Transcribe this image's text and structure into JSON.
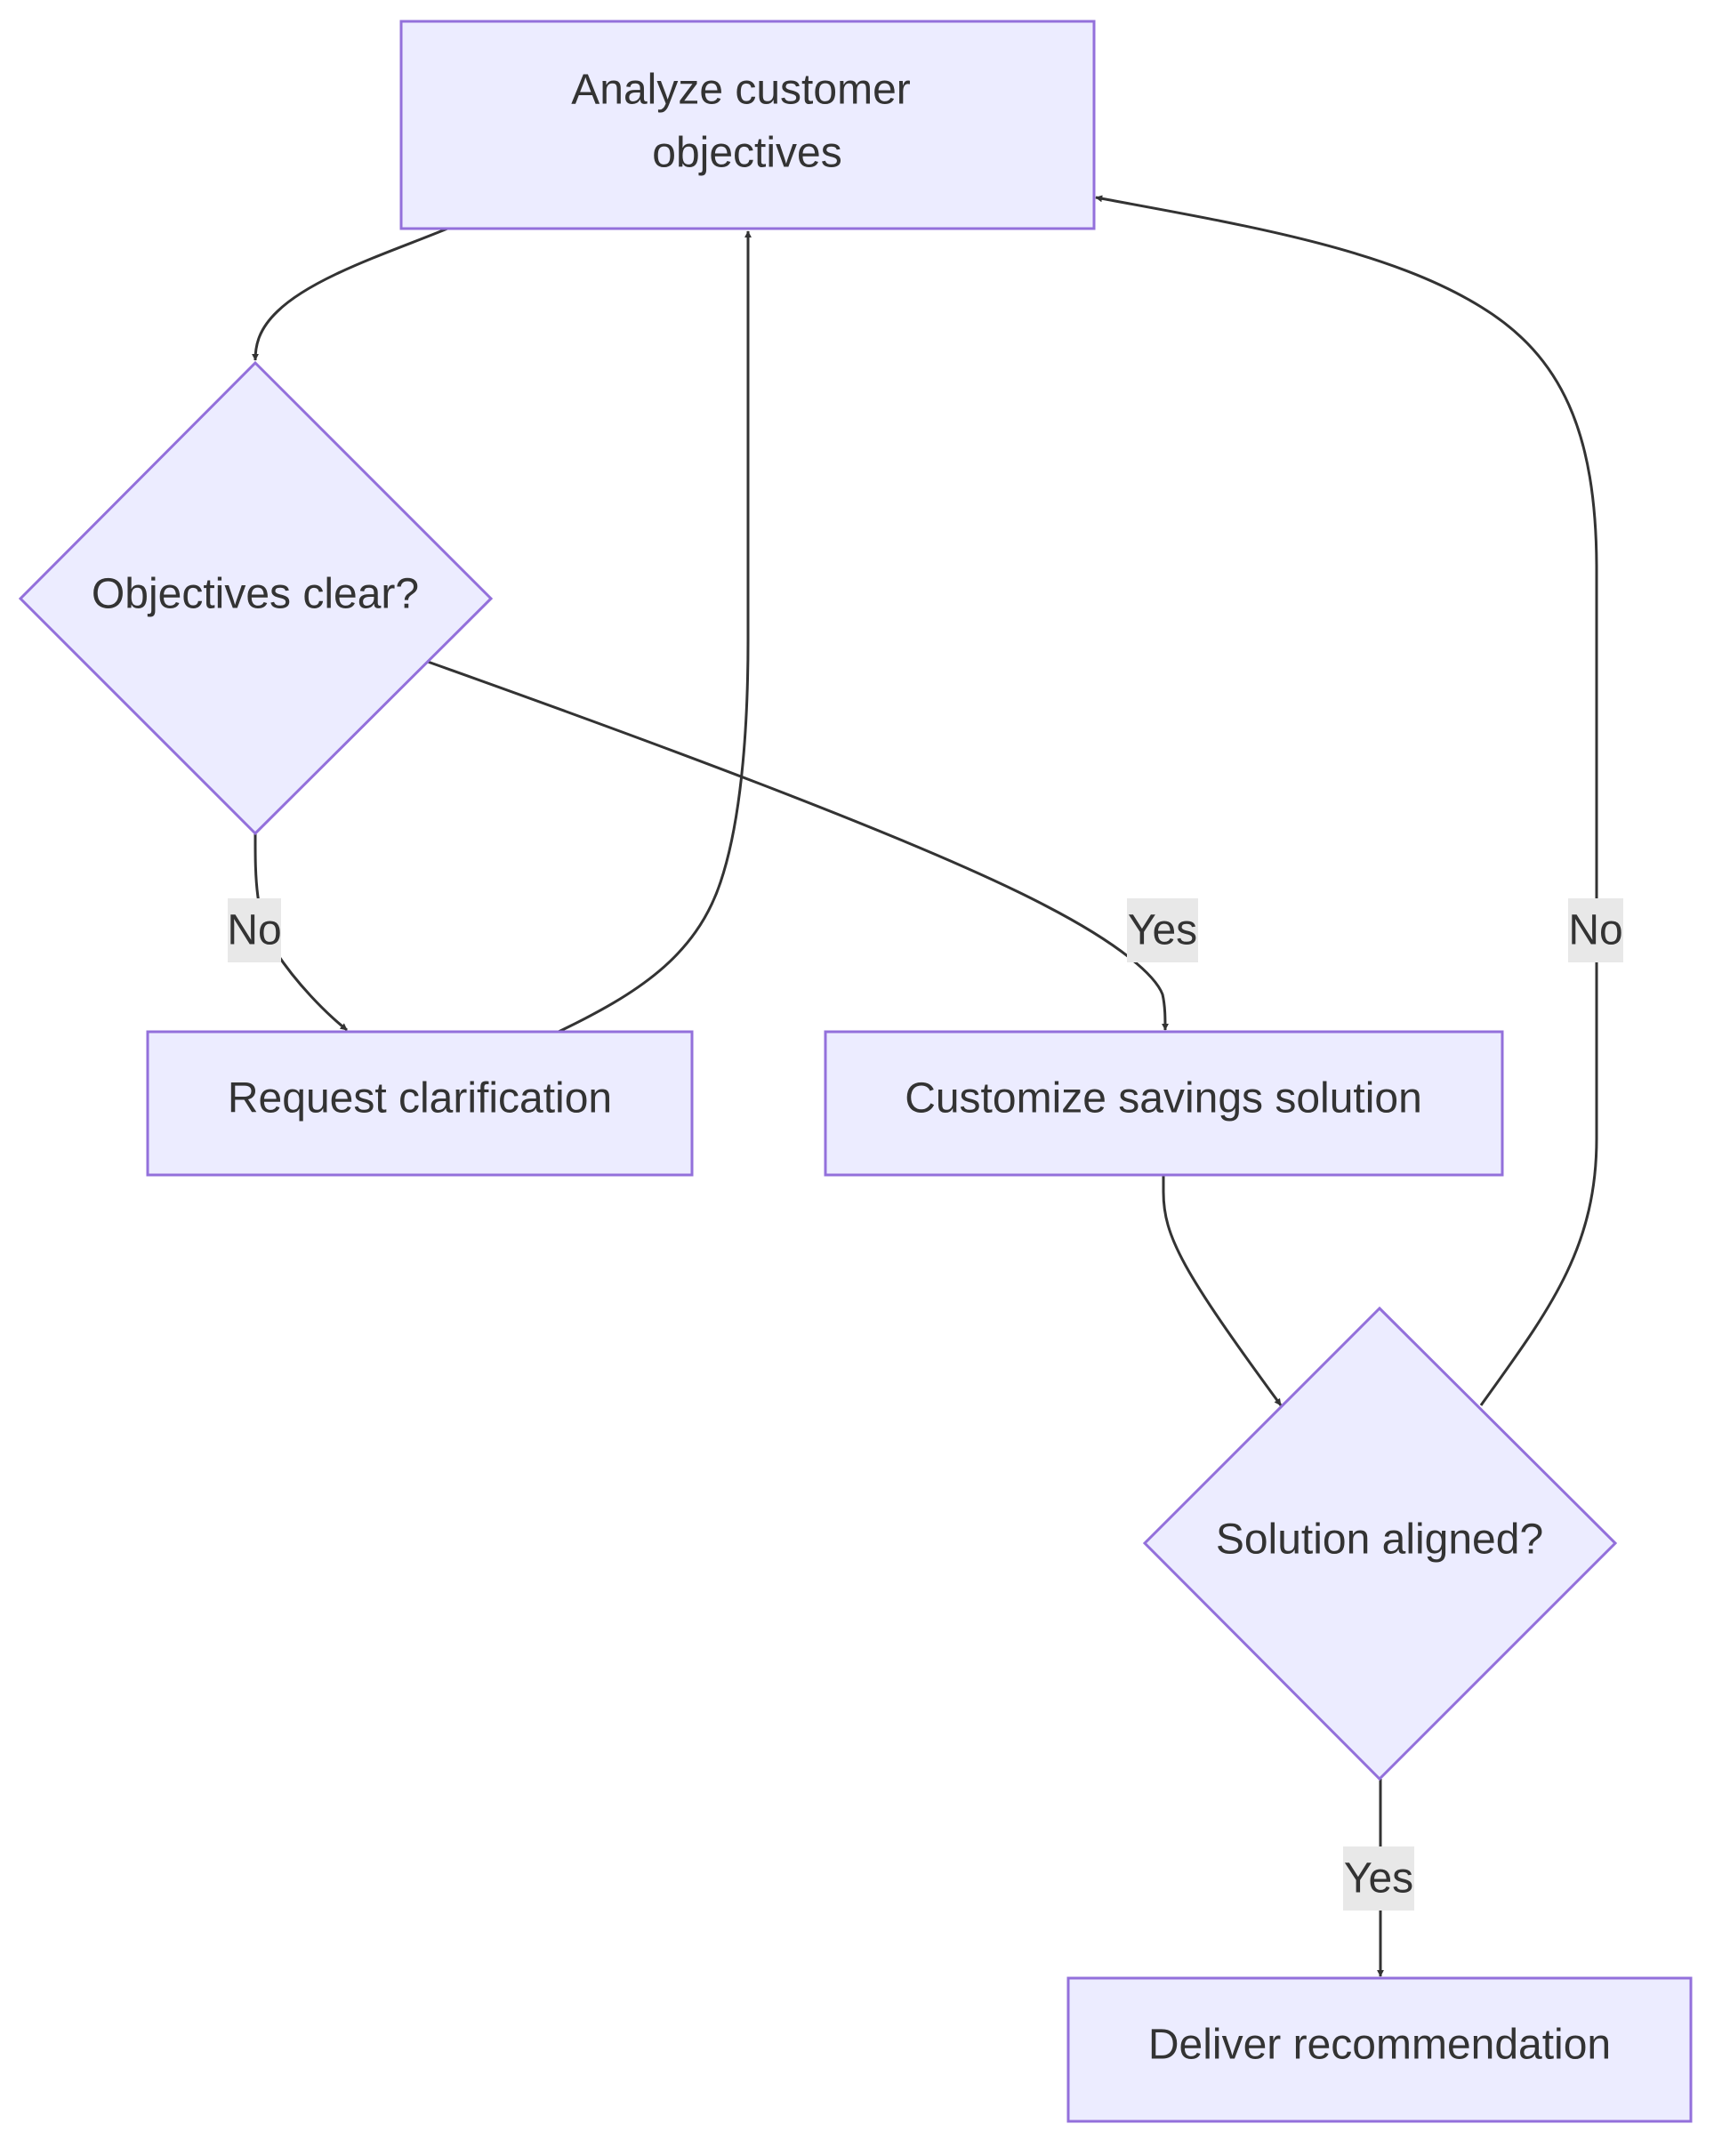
{
  "diagram": {
    "colors": {
      "node_fill": "#ececff",
      "node_stroke": "#9370db",
      "edge": "#333333",
      "edge_label_bg": "#e8e8e8",
      "text": "#333333"
    },
    "nodes": {
      "analyze": {
        "line1": "Analyze customer",
        "line2": "objectives"
      },
      "objectives_clear": {
        "label": "Objectives clear?"
      },
      "request_clarification": {
        "label": "Request clarification"
      },
      "customize_solution": {
        "label": "Customize savings solution"
      },
      "solution_aligned": {
        "label": "Solution aligned?"
      },
      "deliver": {
        "label": "Deliver recommendation"
      }
    },
    "edges": {
      "clear_no": "No",
      "clear_yes": "Yes",
      "aligned_no": "No",
      "aligned_yes": "Yes"
    }
  }
}
